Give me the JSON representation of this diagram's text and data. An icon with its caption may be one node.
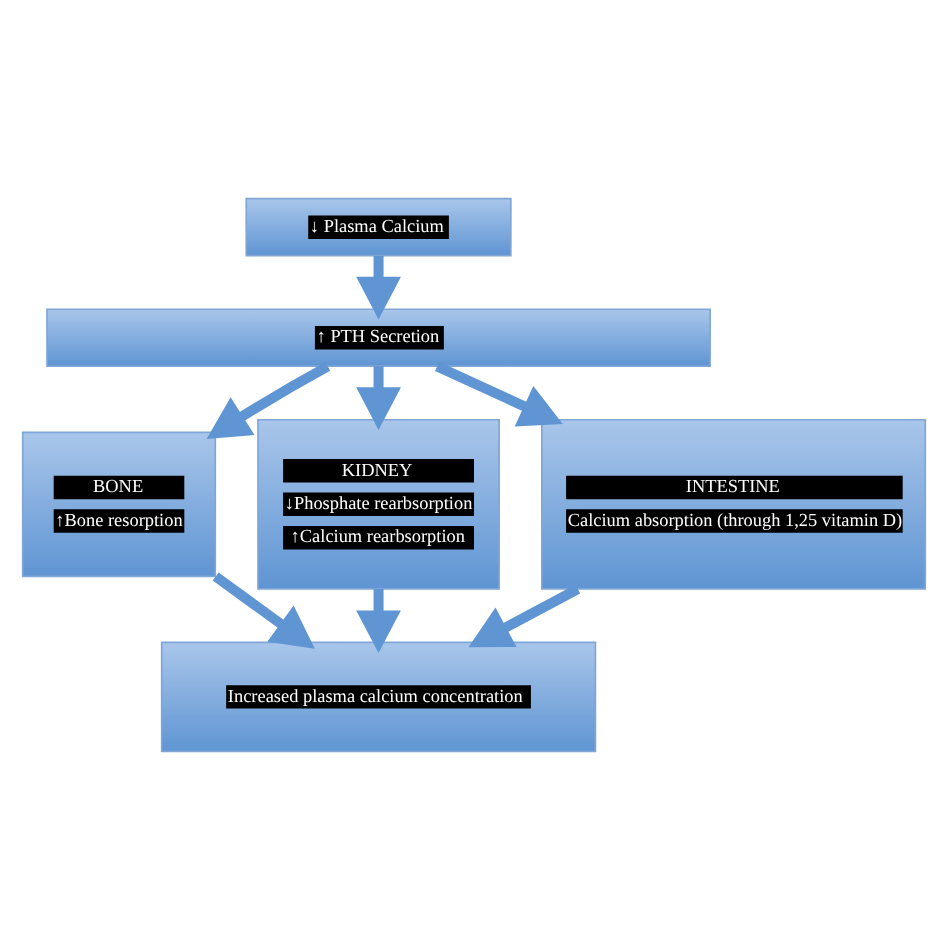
{
  "diagram": {
    "nodes": [
      {
        "text": [
          "↓ Plasma Calcium"
        ]
      },
      {
        "text": [
          "↑ PTH Secretion"
        ]
      },
      {
        "text": [
          "BONE",
          "↑Bone resorption"
        ]
      },
      {
        "text": [
          "KIDNEY",
          "↓Phosphate rearbsorption",
          "↑Calcium rearbsorption"
        ]
      },
      {
        "text": [
          "INTESTINE",
          "Calcium absorption (through 1,25 vitamin D)"
        ]
      },
      {
        "text": [
          "Increased plasma calcium concentration"
        ]
      }
    ],
    "edges": [
      {
        "from": 0,
        "to": 1,
        "arrow": "to"
      },
      {
        "from": 1,
        "to": 2,
        "arrow": "to"
      },
      {
        "from": 1,
        "to": 3,
        "arrow": "to"
      },
      {
        "from": 1,
        "to": 4,
        "arrow": "to"
      },
      {
        "from": 2,
        "to": 5,
        "arrow": "to"
      },
      {
        "from": 3,
        "to": 5,
        "arrow": "to"
      },
      {
        "from": 4,
        "to": 5,
        "arrow": "to"
      }
    ]
  }
}
